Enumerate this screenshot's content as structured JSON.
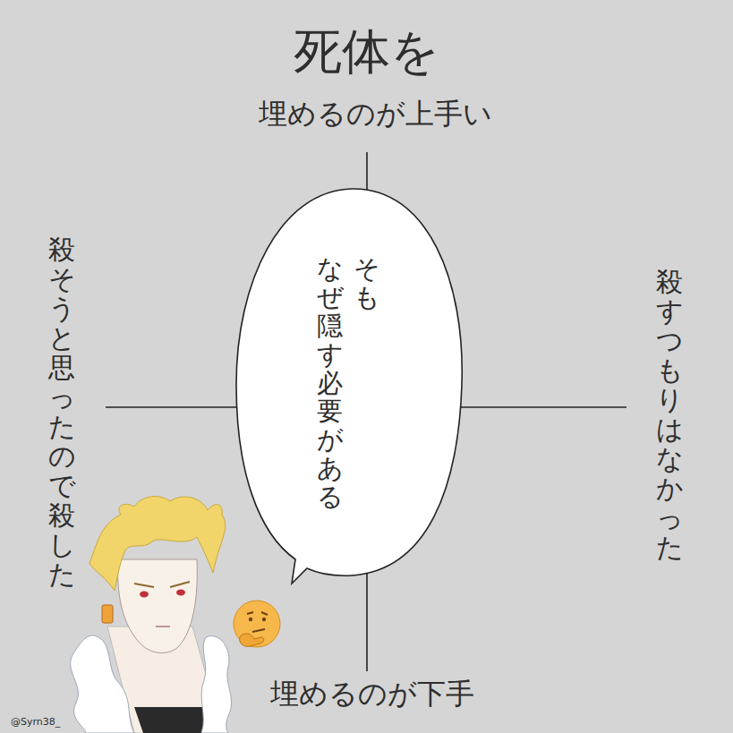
{
  "diagram": {
    "title": "死体を",
    "nodes": [
      {
        "text": [
          "そも",
          "なぜ隠す必要がある"
        ]
      }
    ],
    "labels": [
      "埋めるのが上手い",
      "殺そうと思ったので殺した",
      "殺すつもりはなかった",
      "埋めるのが下手",
      "@Syrn38_"
    ]
  }
}
